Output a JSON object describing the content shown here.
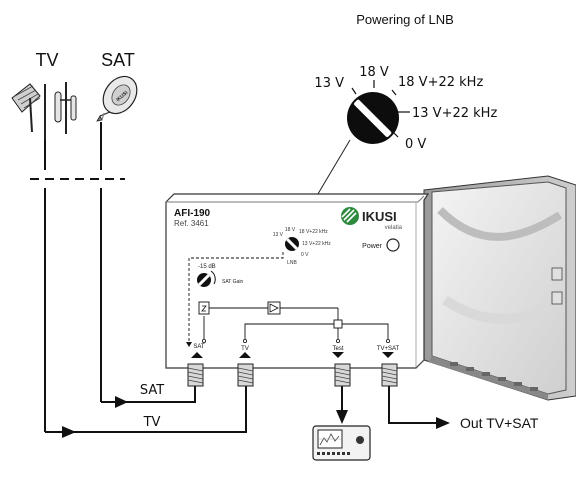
{
  "title": "Powering of LNB",
  "antennas": {
    "tv_label": "TV",
    "sat_label": "SAT",
    "dish_logo": "IKUSI"
  },
  "lnb_selector": {
    "options": [
      "13 V",
      "18 V",
      "18 V+22 kHz",
      "13 V+22 kHz",
      "0 V"
    ],
    "selected": "0 V"
  },
  "device": {
    "model": "AFI-190",
    "ref": "Ref. 3461",
    "brand": "IKUSI",
    "brand_sub": "velatia",
    "power_label": "Power",
    "lnb_mini_label": "LNB",
    "mini_options": [
      "13 V",
      "18 V",
      "18 V+22 kHz",
      "13 V+22 kHz",
      "0 V"
    ],
    "gain_value": "-15 dB",
    "gain_label": "SAT Gain",
    "ports": [
      "SAT",
      "TV",
      "Test",
      "TV+SAT"
    ]
  },
  "cables": {
    "sat_label": "SAT",
    "tv_label": "TV",
    "out_label": "Out TV+SAT"
  },
  "icons": [
    "tv-antenna-icon",
    "satellite-dish-icon",
    "rotary-knob-icon",
    "amplifier-icon",
    "field-meter-icon",
    "arrow-icon"
  ]
}
